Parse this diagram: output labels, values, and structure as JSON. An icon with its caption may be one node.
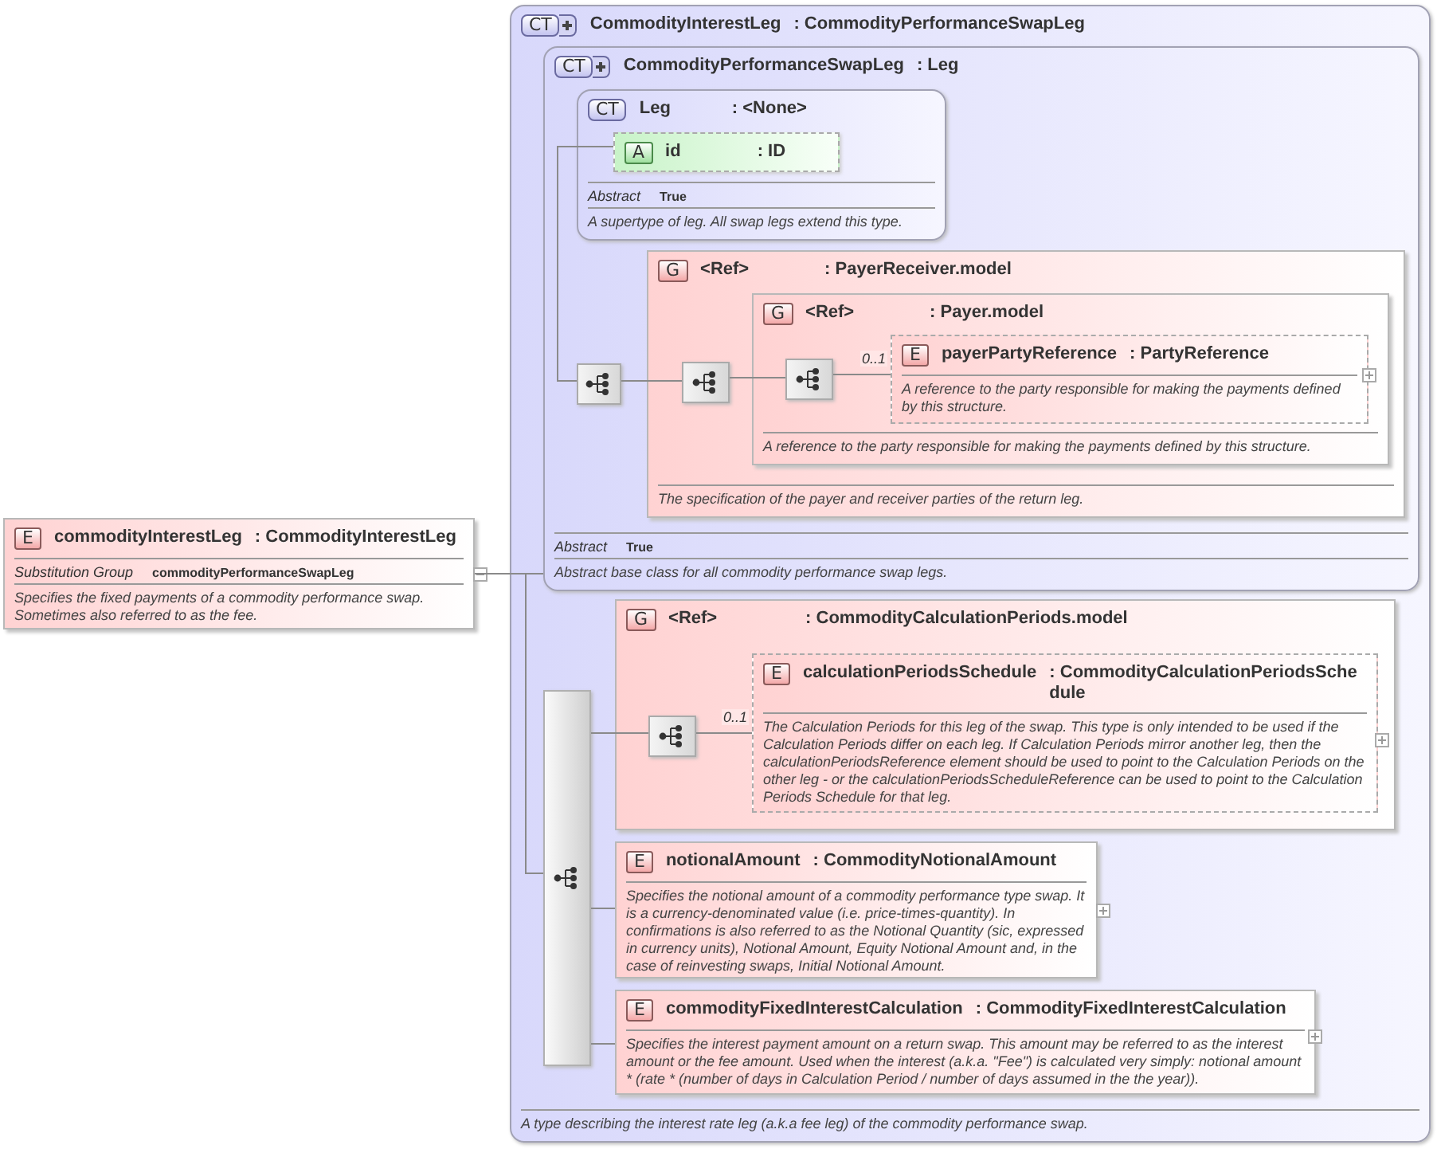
{
  "diagram": {
    "nodes": [
      {
        "text": [
          "E",
          "commodityInterestLeg",
          ": CommodityInterestLeg",
          "Substitution Group",
          "commodityPerformanceSwapLeg",
          "Specifies the fixed payments of a commodity performance swap. Sometimes also referred to as the fee."
        ]
      },
      {
        "text": [
          "CT",
          "CommodityInterestLeg",
          ": CommodityPerformanceSwapLeg",
          "A type describing the interest rate leg (a.k.a fee leg) of the commodity performance swap."
        ]
      },
      {
        "text": [
          "CT",
          "CommodityPerformanceSwapLeg",
          ": Leg",
          "Abstract",
          "True",
          "Abstract base class for all commodity performance swap legs."
        ],
        "in": 1
      },
      {
        "text": [
          "CT",
          "Leg",
          ": <None>",
          "Abstract",
          "True",
          "A supertype of leg. All swap legs extend this type."
        ],
        "in": 2
      },
      {
        "text": [
          "A",
          "id",
          ": ID"
        ],
        "in": 3
      },
      {
        "text": [],
        "shape": "box",
        "in": 2
      },
      {
        "text": [
          "G",
          "<Ref>",
          ": PayerReceiver.model",
          "The specification of the payer and receiver parties of the return leg."
        ],
        "in": 2
      },
      {
        "text": [],
        "shape": "box",
        "in": 6
      },
      {
        "text": [
          "G",
          "<Ref>",
          ": Payer.model",
          "A reference to the party responsible for making the payments defined by this structure."
        ],
        "in": 6
      },
      {
        "text": [],
        "shape": "box",
        "in": 8
      },
      {
        "text": [
          "E",
          "payerPartyReference",
          ": PartyReference",
          "A reference to the party responsible for making the payments defined by this structure."
        ],
        "in": 8
      },
      {
        "text": [],
        "shape": "bar",
        "in": 1
      },
      {
        "text": [
          "G",
          "<Ref>",
          ": CommodityCalculationPeriods.model"
        ],
        "in": 1
      },
      {
        "text": [],
        "shape": "box",
        "in": 12
      },
      {
        "text": [
          "E",
          "calculationPeriodsSchedule",
          ": CommodityCalculationPeriodsSchedule",
          "The Calculation Periods for this leg of the swap. This type is only intended to be used if the Calculation Periods differ on each leg. If Calculation Periods mirror another leg, then the calculationPeriodsReference element should be used to point to the Calculation Periods on the other leg - or the calculationPeriodsScheduleReference can be used to point to the Calculation Periods Schedule for that leg."
        ],
        "in": 12
      },
      {
        "text": [
          "E",
          "notionalAmount",
          ": CommodityNotionalAmount",
          "Specifies the notional amount of a commodity performance type swap. It is a currency-denominated value (i.e. price-times-quantity). In confirmations is also referred to as the Notional Quantity (sic, expressed in currency units), Notional Amount, Equity Notional Amount and, in the case of reinvesting swaps, Initial Notional Amount."
        ],
        "in": 1
      },
      {
        "text": [
          "E",
          "commodityFixedInterestCalculation",
          ": CommodityFixedInterestCalculation",
          "Specifies the interest payment amount on a return swap. This amount may be referred to as the interest amount or the fee amount. Used when the interest (a.k.a. \"Fee\") is calculated very simply: notional amount * (rate * (number of days in Calculation Period / number of days assumed in the the year))."
        ],
        "in": 1
      }
    ],
    "edges": [
      {
        "from": 0,
        "to": 2,
        "arrow": "none"
      },
      {
        "from": 0,
        "to": 11,
        "arrow": "none"
      },
      {
        "from": 4,
        "to": 5,
        "arrow": "none"
      },
      {
        "from": 5,
        "to": 7,
        "arrow": "none"
      },
      {
        "from": 7,
        "to": 9,
        "arrow": "none"
      },
      {
        "from": 9,
        "to": 10,
        "arrow": "none",
        "label": "0..1"
      },
      {
        "from": 11,
        "to": 13,
        "arrow": "none"
      },
      {
        "from": 13,
        "to": 14,
        "arrow": "none",
        "label": "0..1"
      },
      {
        "from": 11,
        "to": 15,
        "arrow": "none"
      },
      {
        "from": 11,
        "to": 16,
        "arrow": "none"
      }
    ]
  }
}
